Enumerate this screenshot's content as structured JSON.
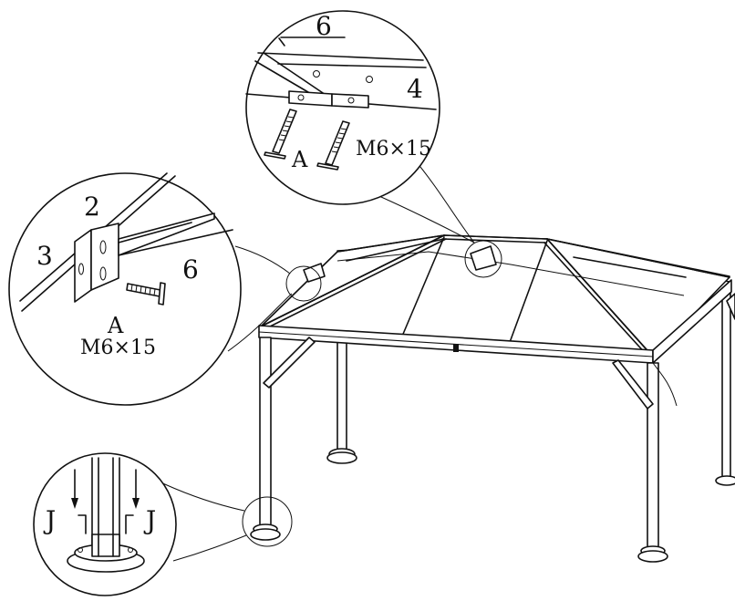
{
  "callouts": {
    "top": {
      "part_upper": "6",
      "part_right": "4",
      "hardware_letter": "A",
      "hardware_size": "M6×15"
    },
    "left": {
      "part_top": "2",
      "part_left": "3",
      "part_right": "6",
      "hardware_letter": "A",
      "hardware_size": "M6×15"
    },
    "bottom": {
      "label_left": "J",
      "label_right": "J"
    }
  }
}
